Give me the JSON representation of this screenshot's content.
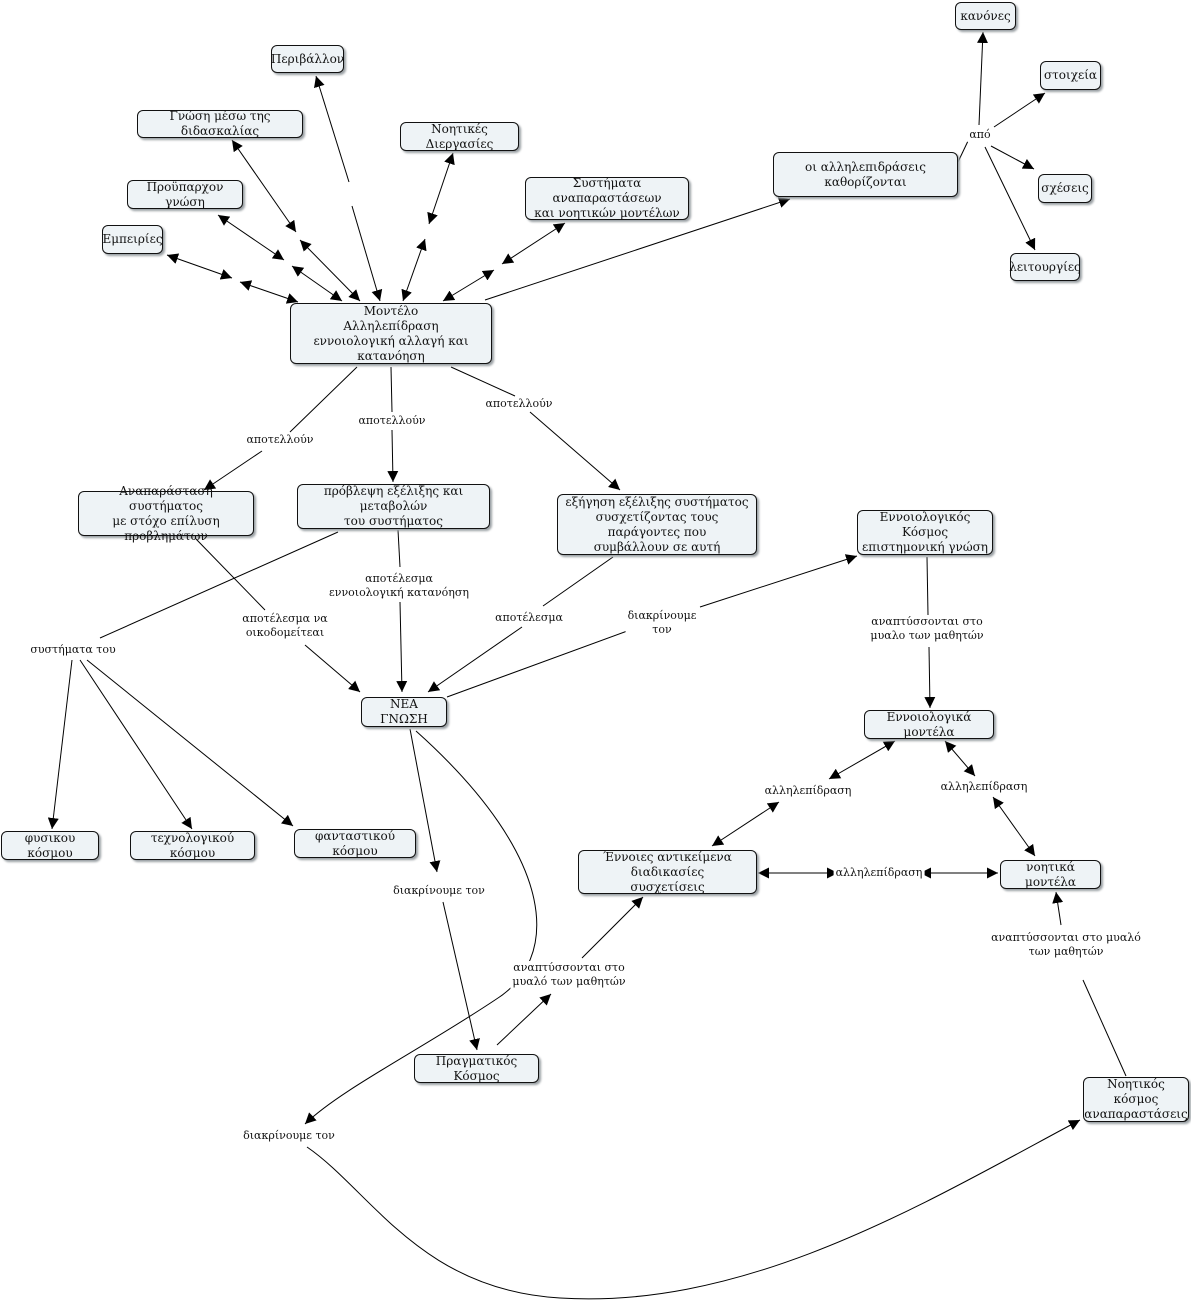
{
  "nodes": {
    "kanones": "κανόνες",
    "stoixeia": "στοιχεία",
    "sxeseis": "σχέσεις",
    "leitourgies": "λειτουργίες",
    "allilepidraseis": "οι αλληλεπιδράσεις καθορίζονται",
    "perivallon": "Περιβάλλον",
    "gnosi_didaskalia": "Γνώση μέσω της διδασκαλίας",
    "noitikes_diergasies": "Νοητικές Διεργασίες",
    "proyparxon": "Προϋπαρχον γνώση",
    "systimata_anaparastaseon": "Συστήματα αναπαραστάσεων\nκαι νοητικών μοντέλων",
    "empeiries": "Εμπειρίες",
    "montelo": "Μοντέλο\nΑλληλεπίδραση\nεννοιολογική αλλαγή και κατανόηση",
    "anaparastasi": "Αναπαράσταση συστήματος\nμε στόχο επίλυση προβλημάτων",
    "provlepsi": "πρόβλεψη εξέλιξης και μεταβολών\nτου συστήματος",
    "exigisi": "εξήγηση εξέλιξης συστήματος\nσυσχετίζοντας τους παράγοντες που\nσυμβάλλουν σε αυτή",
    "ennoiologikos_kosmos": "Εννοιολογικός Κόσμος\nεπιστημονική γνώση",
    "nea_gnosi": "ΝΕΑ ΓΝΩΣΗ",
    "ennoiologika_montela": "Εννοιολογικά μοντέλα",
    "fysikou": "φυσικου κόσμου",
    "texnologikou": "τεχνολογικού κόσμου",
    "fantastikou": "φανταστικού κόσμου",
    "ennoies": "Έννοιες αντικείμενα διαδικασίες\nσυσχετίσεις",
    "noitika_montela": "νοητικά μοντέλα",
    "pragmatikos": "Πραγματικός Κόσμος",
    "noitikos_kosmos": "Νοητικός κόσμος\nαναπαραστάσεις"
  },
  "labels": {
    "apo": "από",
    "apotelloun_1": "αποτελλούν",
    "apotelloun_2": "αποτελλούν",
    "apotelloun_3": "αποτελλούν",
    "apotelesma_na": "αποτέλεσμα να\nοικοδομείτεαι",
    "apotelesma_ennoiologiki": "αποτέλεσμα\nεννοιολογική κατανόηση",
    "apotelesma": "αποτέλεσμα",
    "diakrinoume_ton_right": "διακρίνουμε\nτον",
    "systimata_tou": "συστήματα του",
    "anaptyssontai_1": "αναπτύσσονται στο\nμυαλο των μαθητών",
    "allilepidrasi_1": "αλληλεπίδραση",
    "allilepidrasi_2": "αλληλεπίδραση",
    "allilepidrasi_3": "αλληλεπίδραση",
    "diakrinoume_ton_mid": "διακρίνουμε τον",
    "anaptyssontai_2": "αναπτύσσονται στο\nμυαλό των μαθητών",
    "anaptyssontai_3": "αναπτύσσονται στο μυαλό\nτων μαθητών",
    "diakrinoume_ton_bottom": "διακρίνουμε τον"
  }
}
